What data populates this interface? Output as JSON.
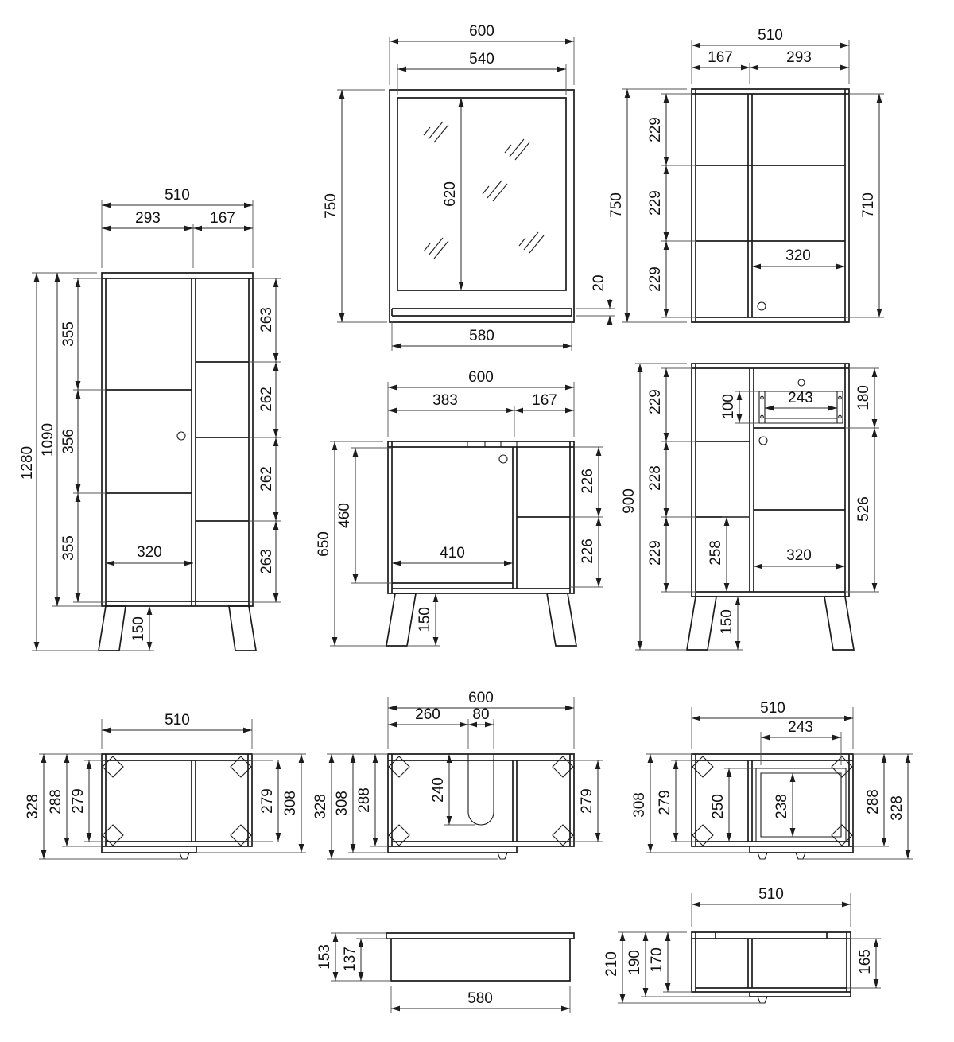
{
  "drawing": {
    "background": "#ffffff",
    "line_color": "#1c1c1c",
    "views": {
      "tall_front": {
        "dims": {
          "w": "510",
          "w_door": "293",
          "w_col": "167",
          "h_total": "1280",
          "h_carcass": "1090",
          "l1": "355",
          "l2": "356",
          "l3": "355",
          "r1": "263",
          "r2": "262",
          "r3": "262",
          "r4": "263",
          "door_w": "320",
          "leg": "150"
        }
      },
      "mirror": {
        "dims": {
          "w": "600",
          "glass_w": "540",
          "h": "750",
          "glass_h": "620",
          "shelf_t": "20",
          "shelf_w": "580"
        }
      },
      "wall_front": {
        "dims": {
          "w": "510",
          "w_open": "167",
          "w_door": "293",
          "h": "750",
          "s1": "229",
          "s2": "229",
          "s3": "229",
          "h_inner": "710",
          "door_w": "320"
        }
      },
      "vanity_front": {
        "dims": {
          "w": "600",
          "w_door": "383",
          "w_col": "167",
          "h": "650",
          "door_h": "460",
          "door_w": "410",
          "r1": "226",
          "r2": "226",
          "leg": "150"
        }
      },
      "mid_front": {
        "dims": {
          "h": "900",
          "l1": "229",
          "l2": "228",
          "l3": "229",
          "drawer_h": "100",
          "drawer_w": "243",
          "top_h": "180",
          "bottom_h": "526",
          "lower": "258",
          "door_w": "320",
          "leg": "150"
        }
      },
      "tall_top": {
        "dims": {
          "w": "510",
          "d_total": "328",
          "d_carcass": "288",
          "d_inner_l": "279",
          "d_inner_r": "279",
          "d_door": "308"
        }
      },
      "vanity_top": {
        "dims": {
          "w": "600",
          "cut_x": "260",
          "cut_w": "80",
          "cut_d": "240",
          "d_total": "328",
          "d_door": "308",
          "d_carcass": "288",
          "d_inner": "279"
        }
      },
      "mid_top": {
        "dims": {
          "w": "510",
          "drawer_w": "243",
          "d_door": "308",
          "d_inner": "279",
          "box_outer": "250",
          "box_inner": "238",
          "d_carcass": "288",
          "d_total": "328"
        }
      },
      "shelf_side": {
        "dims": {
          "h_total": "153",
          "h_box": "137",
          "w": "580"
        }
      },
      "wall_top": {
        "dims": {
          "w": "510",
          "d_total": "210",
          "d_door": "190",
          "d_carcass": "170",
          "d_inner": "165"
        }
      }
    }
  }
}
